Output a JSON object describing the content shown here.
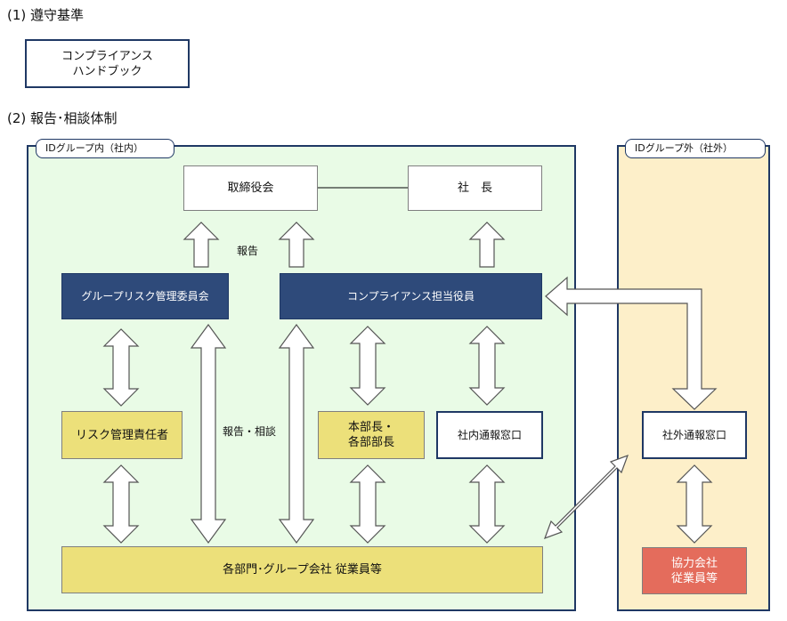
{
  "section1": {
    "heading": "(1) 遵守基準"
  },
  "handbook_box": {
    "label": "コンプライアンス\nハンドブック"
  },
  "section2": {
    "heading": "(2) 報告･相談体制"
  },
  "inside_region": {
    "tag": "IDグループ内（社内）",
    "bg": "#e9fbe6"
  },
  "outside_region": {
    "tag": "IDグループ外（社外）",
    "bg": "#fdefc9"
  },
  "nodes": {
    "board": "取締役会",
    "president": "社　長",
    "group_risk_committee": "グループリスク管理委員会",
    "compliance_officer": "コンプライアンス担当役員",
    "risk_manager": "リスク管理責任者",
    "division_heads": "本部長・\n各部部長",
    "internal_hotline": "社内通報窓口",
    "external_hotline": "社外通報窓口",
    "partner_employees": "協力会社\n従業員等",
    "all_employees": "各部門･グループ会社 従業員等"
  },
  "labels": {
    "report": "報告",
    "report_consult": "報告・相談"
  },
  "colors": {
    "navy": "#2e4a7a",
    "yellow": "#ece07a",
    "red": "#e46c5c",
    "border": "#1f3864"
  }
}
